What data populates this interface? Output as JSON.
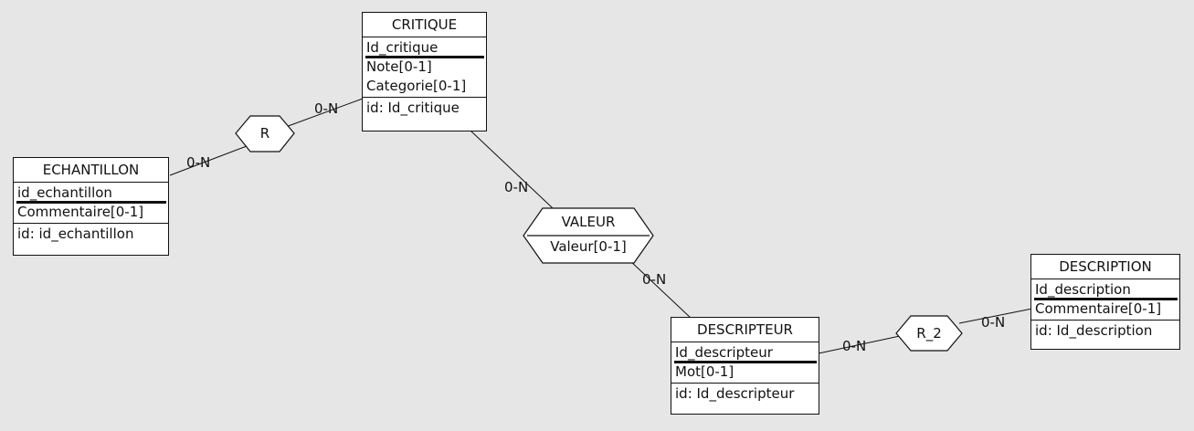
{
  "entities": {
    "critique": {
      "title": "CRITIQUE",
      "attributes": [
        "Id_critique",
        "Note[0-1]",
        "Categorie[0-1]"
      ],
      "identifier": "id: Id_critique"
    },
    "echantillon": {
      "title": "ECHANTILLON",
      "attributes": [
        "id_echantillon",
        "Commentaire[0-1]"
      ],
      "identifier": "id: id_echantillon"
    },
    "descripteur": {
      "title": "DESCRIPTEUR",
      "attributes": [
        "Id_descripteur",
        "Mot[0-1]"
      ],
      "identifier": "id: Id_descripteur"
    },
    "description": {
      "title": "DESCRIPTION",
      "attributes": [
        "Id_description",
        "Commentaire[0-1]"
      ],
      "identifier": "id: Id_description"
    }
  },
  "relationships": {
    "r": {
      "name": "R"
    },
    "valeur": {
      "name": "VALEUR",
      "attribute": "Valeur[0-1]"
    },
    "r2": {
      "name": "R_2"
    }
  },
  "cardinalities": {
    "critique_r": "0-N",
    "echantillon_r": "0-N",
    "critique_valeur": "0-N",
    "descripteur_valeur": "0-N",
    "descripteur_r2": "0-N",
    "description_r2": "0-N"
  },
  "colors": {
    "background": "#e6e6e6",
    "box": "#ffffff",
    "line": "#111111"
  }
}
